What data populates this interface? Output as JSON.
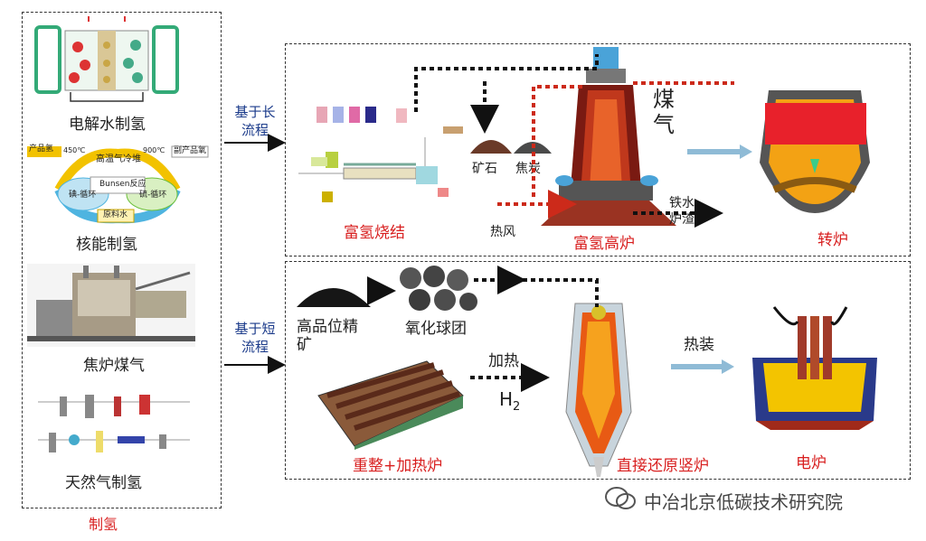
{
  "left_panel": {
    "caption": "制氢",
    "items": [
      {
        "label": "电解水制氢"
      },
      {
        "label": "核能制氢"
      },
      {
        "label": "焦炉煤气"
      },
      {
        "label": "天然气制氢"
      }
    ]
  },
  "nuclear_diagram": {
    "product_gas": "产品氢",
    "temp_left": "450℃",
    "high_temp_gas": "高温气冷堆",
    "temp_right": "900℃",
    "byproduct": "副产品氧",
    "reaction": "Bunsen反应",
    "iodine_cycle": "碘-循环",
    "sulfur_cycle": "硫-循环",
    "raw_water": "原料水"
  },
  "routes": {
    "long": "基于长\n流程",
    "short": "基于短\n流程"
  },
  "long_process": {
    "sinter_label": "富氢烧结",
    "ore_label": "矿石",
    "coke_label": "焦炭",
    "hot_blast_label": "热风",
    "furnace_label": "富氢高炉",
    "coal_gas_label": "煤\n气",
    "iron_label": "铁水",
    "slag_label": "炉渣",
    "converter_label": "转炉"
  },
  "short_process": {
    "concentrate_label": "高品位精\n矿",
    "pellet_label": "氧化球团",
    "heating_label": "加热",
    "h2_label": "H",
    "h2_sub": "2",
    "reformer_label": "重整+加热炉",
    "shaft_label": "直接还原竖炉",
    "hot_charge_label": "热装",
    "eaf_label": "电炉"
  },
  "watermark": "中冶北京低碳技术研究院",
  "colors": {
    "red_label": "#d81e1e",
    "route_text": "#1a3a8a",
    "arrow_red": "#cc2a1a",
    "arrow_black": "#111111",
    "arrow_blue": "#8fbbd6"
  }
}
